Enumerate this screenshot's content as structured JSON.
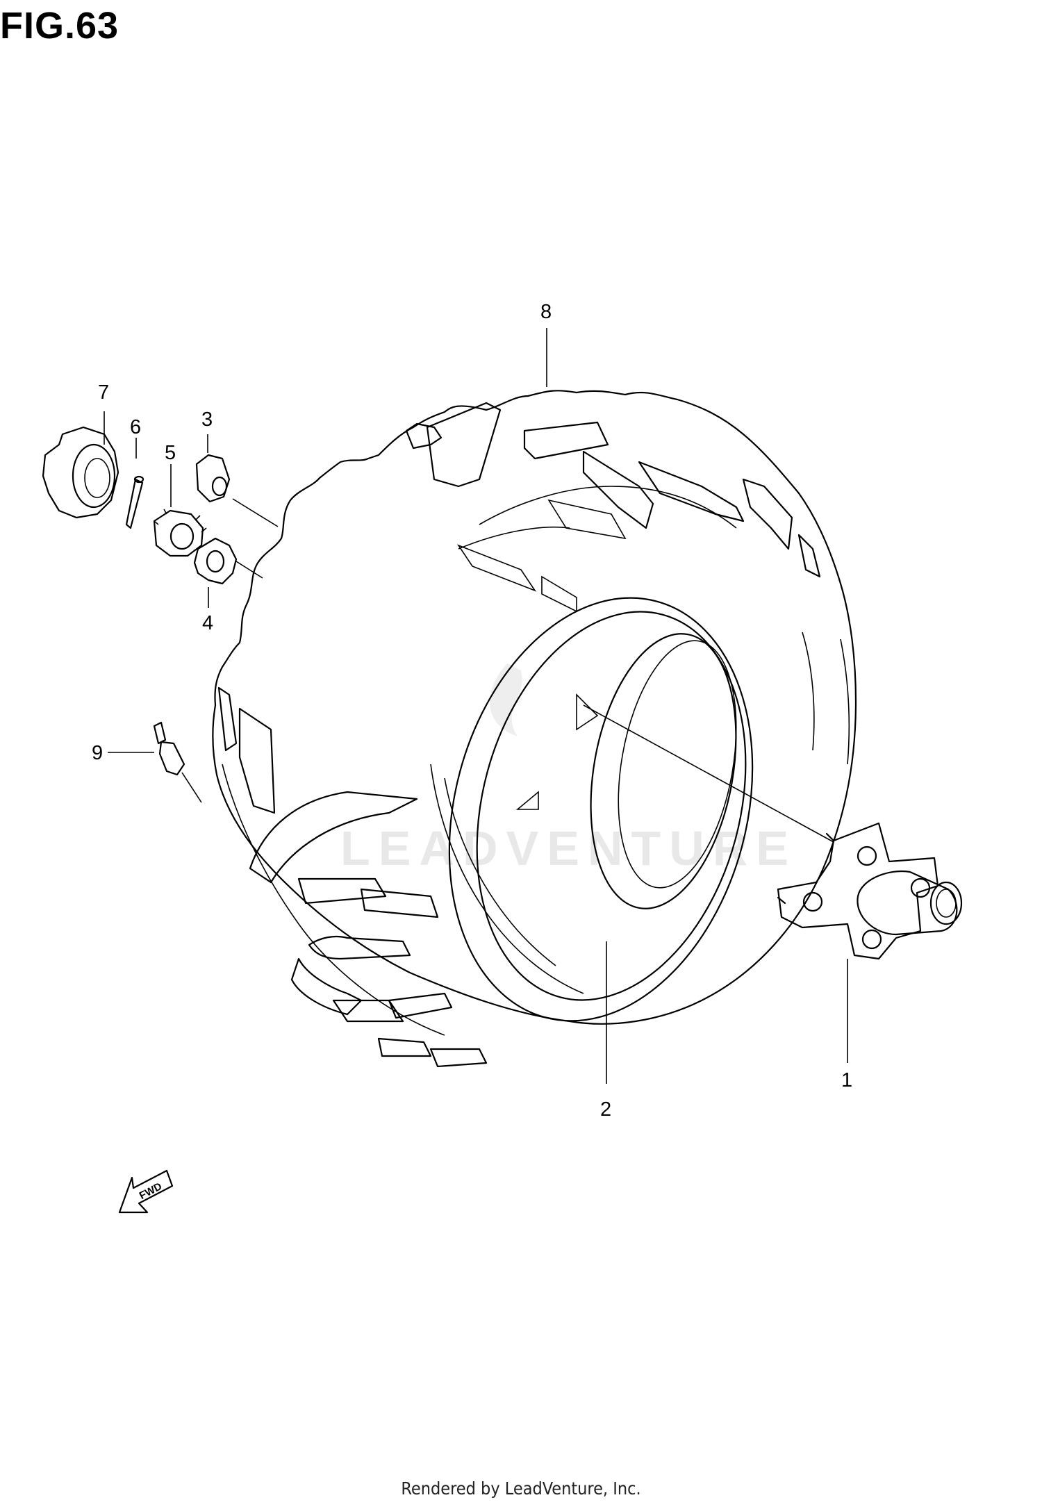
{
  "figure": {
    "title": "FIG.63"
  },
  "watermark": "LEADVENTURE",
  "arrow_label": "FWD",
  "parts": [
    {
      "number": "1"
    },
    {
      "number": "2"
    },
    {
      "number": "3"
    },
    {
      "number": "4"
    },
    {
      "number": "5"
    },
    {
      "number": "6"
    },
    {
      "number": "7"
    },
    {
      "number": "8"
    },
    {
      "number": "9"
    }
  ],
  "footer": "Rendered by LeadVenture, Inc."
}
